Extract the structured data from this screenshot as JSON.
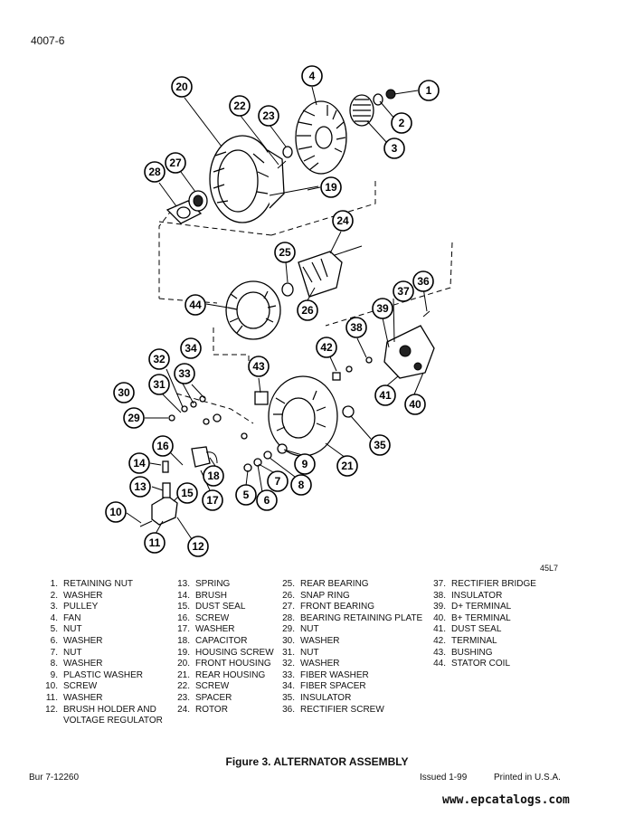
{
  "header": {
    "page_number": "4007-6"
  },
  "diagram": {
    "drawing_code": "45L7",
    "callouts": [
      "1",
      "2",
      "3",
      "4",
      "5",
      "6",
      "7",
      "8",
      "9",
      "10",
      "11",
      "12",
      "13",
      "14",
      "15",
      "16",
      "17",
      "18",
      "19",
      "20",
      "21",
      "22",
      "23",
      "24",
      "25",
      "26",
      "27",
      "28",
      "29",
      "30",
      "31",
      "32",
      "33",
      "34",
      "35",
      "36",
      "37",
      "38",
      "39",
      "40",
      "41",
      "42",
      "43",
      "44"
    ]
  },
  "legend": {
    "columns": [
      [
        {
          "num": "1.",
          "name": "RETAINING NUT"
        },
        {
          "num": "2.",
          "name": "WASHER"
        },
        {
          "num": "3.",
          "name": "PULLEY"
        },
        {
          "num": "4.",
          "name": "FAN"
        },
        {
          "num": "5.",
          "name": "NUT"
        },
        {
          "num": "6.",
          "name": "WASHER"
        },
        {
          "num": "7.",
          "name": "NUT"
        },
        {
          "num": "8.",
          "name": "WASHER"
        },
        {
          "num": "9.",
          "name": "PLASTIC WASHER"
        },
        {
          "num": "10.",
          "name": "SCREW"
        },
        {
          "num": "11.",
          "name": "WASHER"
        },
        {
          "num": "12.",
          "name": "BRUSH HOLDER AND",
          "cont": "VOLTAGE REGULATOR"
        }
      ],
      [
        {
          "num": "13.",
          "name": "SPRING"
        },
        {
          "num": "14.",
          "name": "BRUSH"
        },
        {
          "num": "15.",
          "name": "DUST SEAL"
        },
        {
          "num": "16.",
          "name": "SCREW"
        },
        {
          "num": "17.",
          "name": "WASHER"
        },
        {
          "num": "18.",
          "name": "CAPACITOR"
        },
        {
          "num": "19.",
          "name": "HOUSING SCREW"
        },
        {
          "num": "20.",
          "name": "FRONT HOUSING"
        },
        {
          "num": "21.",
          "name": "REAR HOUSING"
        },
        {
          "num": "22.",
          "name": "SCREW"
        },
        {
          "num": "23.",
          "name": "SPACER"
        },
        {
          "num": "24.",
          "name": "ROTOR"
        }
      ],
      [
        {
          "num": "25.",
          "name": "REAR BEARING"
        },
        {
          "num": "26.",
          "name": "SNAP RING"
        },
        {
          "num": "27.",
          "name": "FRONT BEARING"
        },
        {
          "num": "28.",
          "name": "BEARING RETAINING PLATE"
        },
        {
          "num": "29.",
          "name": "NUT"
        },
        {
          "num": "30.",
          "name": "WASHER"
        },
        {
          "num": "31.",
          "name": "NUT"
        },
        {
          "num": "32.",
          "name": "WASHER"
        },
        {
          "num": "33.",
          "name": "FIBER WASHER"
        },
        {
          "num": "34.",
          "name": "FIBER SPACER"
        },
        {
          "num": "35.",
          "name": "INSULATOR"
        },
        {
          "num": "36.",
          "name": "RECTIFIER SCREW"
        }
      ],
      [
        {
          "num": "37.",
          "name": "RECTIFIER BRIDGE"
        },
        {
          "num": "38.",
          "name": "INSULATOR"
        },
        {
          "num": "39.",
          "name": "D+ TERMINAL"
        },
        {
          "num": "40.",
          "name": "B+ TERMINAL"
        },
        {
          "num": "41.",
          "name": "DUST SEAL"
        },
        {
          "num": "42.",
          "name": "TERMINAL"
        },
        {
          "num": "43.",
          "name": "BUSHING"
        },
        {
          "num": "44.",
          "name": "STATOR COIL"
        }
      ]
    ]
  },
  "figure_title": "Figure 3. ALTERNATOR ASSEMBLY",
  "footer": {
    "doc_number": "Bur 7-12260",
    "issued": "Issued 1-99",
    "printed": "Printed in U.S.A.",
    "watermark": "www.epcatalogs.com"
  }
}
